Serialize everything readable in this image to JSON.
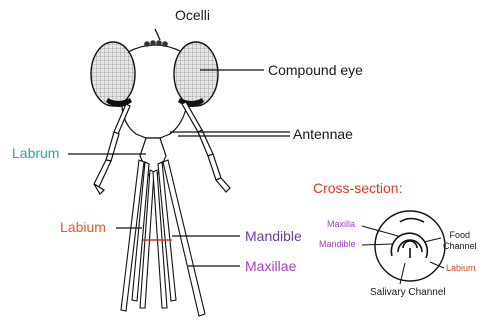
{
  "labels": {
    "ocelli": "Ocelli",
    "compound_eye": "Compound eye",
    "antennae": "Antennae",
    "labrum": "Labrum",
    "labium": "Labium",
    "mandible": "Mandible",
    "maxillae": "Maxillae"
  },
  "cross_section": {
    "title": "Cross-section:",
    "maxilla": "Maxilla",
    "mandible": "Mandible",
    "food_channel": "Food\nChannel",
    "labium": "Labium",
    "salivary_channel": "Salivary Channel"
  },
  "colors": {
    "outline": "#111111",
    "text": "#1a1a1a",
    "labrum": "#3a9bb5",
    "labium": "#e05a2b",
    "mandible": "#6a3fa8",
    "maxillae": "#a43fc9",
    "cross_title": "#d93a2a",
    "cross_purple": "#9b3fc9",
    "cross_red": "#e0402b",
    "eye_fill": "#d9d9d9",
    "marker_red": "#d9302a"
  }
}
